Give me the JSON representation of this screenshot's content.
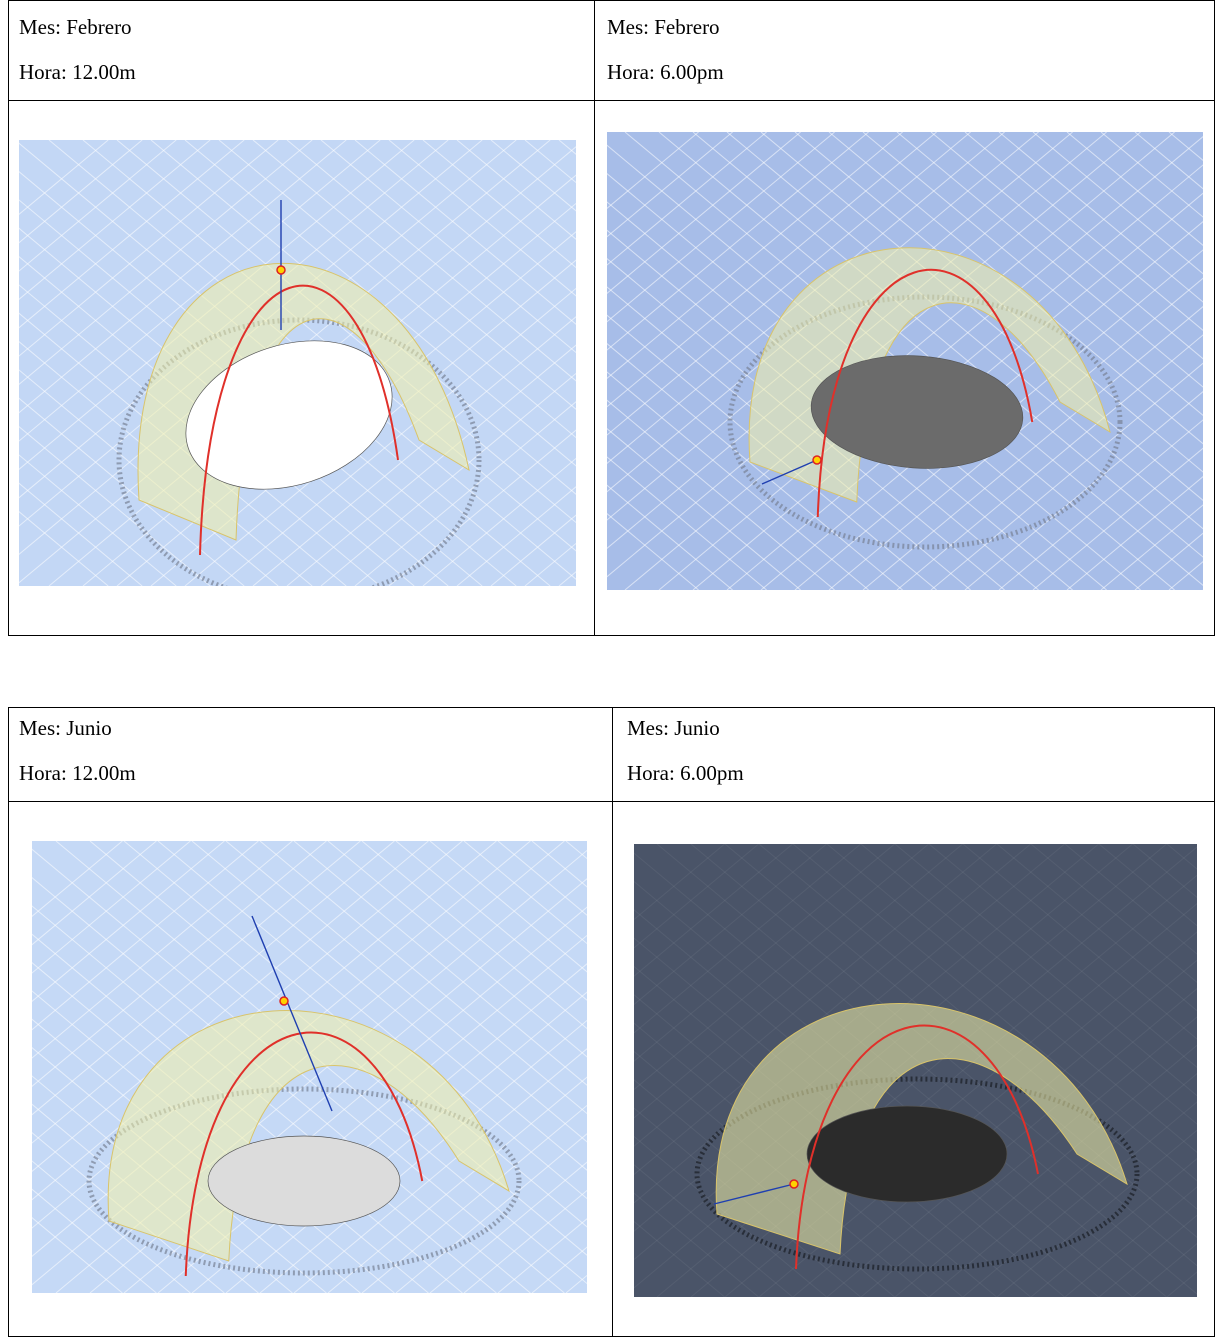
{
  "tables": [
    {
      "cells": [
        {
          "mes": "Mes: Febrero",
          "hora": "Hora: 12.00m"
        },
        {
          "mes": "Mes: Febrero",
          "hora": "Hora: 6.00pm"
        }
      ]
    },
    {
      "cells": [
        {
          "mes": "Mes: Junio",
          "hora": "Hora: 12.00m"
        },
        {
          "mes": "Mes: Junio",
          "hora": "Hora: 6.00pm"
        }
      ]
    }
  ],
  "figures": [
    {
      "id": "feb-noon",
      "name": "sun-path-diagram-february-noon",
      "background": "#c3d7f5",
      "ellipse_fill": "#ffffff",
      "theme": "light"
    },
    {
      "id": "feb-6pm",
      "name": "sun-path-diagram-february-6pm",
      "background": "#a7bde8",
      "ellipse_fill": "#6b6b6b",
      "theme": "light"
    },
    {
      "id": "jun-noon",
      "name": "sun-path-diagram-june-noon",
      "background": "#c5d9f6",
      "ellipse_fill": "#dcdcdc",
      "theme": "light"
    },
    {
      "id": "jun-6pm",
      "name": "sun-path-diagram-june-6pm",
      "background": "#4a5468",
      "ellipse_fill": "#2b2b2b",
      "theme": "dark"
    }
  ],
  "colors": {
    "arc_fill": "#f3f0a8",
    "arc_stroke": "#d9c46a",
    "sun_path": "#e0302a",
    "axis": "#1f3fb0",
    "sun_marker": "#ffd200"
  }
}
